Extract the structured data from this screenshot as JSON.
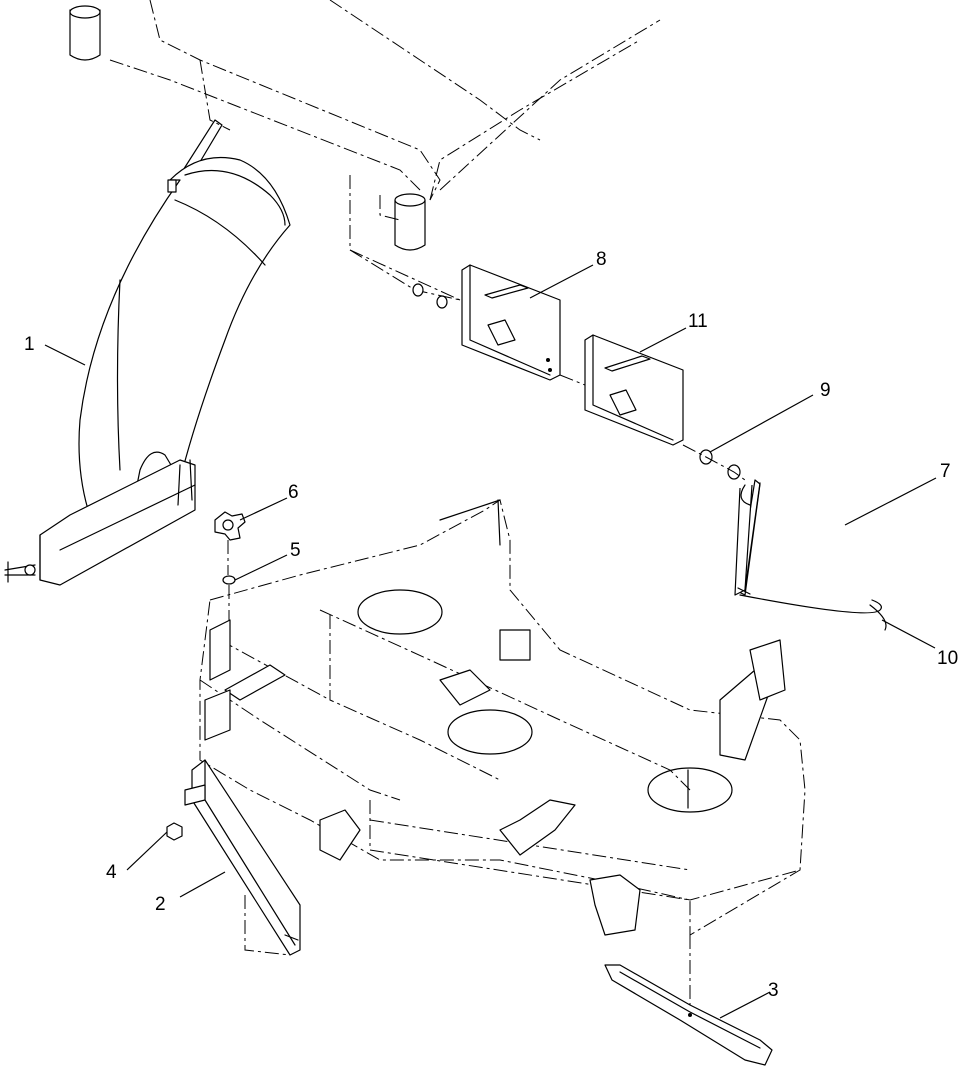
{
  "diagram": {
    "callouts": [
      {
        "id": "1",
        "label": "1"
      },
      {
        "id": "2",
        "label": "2"
      },
      {
        "id": "3",
        "label": "3"
      },
      {
        "id": "4",
        "label": "4"
      },
      {
        "id": "5",
        "label": "5"
      },
      {
        "id": "6",
        "label": "6"
      },
      {
        "id": "7",
        "label": "7"
      },
      {
        "id": "8",
        "label": "8"
      },
      {
        "id": "9",
        "label": "9"
      },
      {
        "id": "10",
        "label": "10"
      },
      {
        "id": "11",
        "label": "11"
      }
    ],
    "parts": [
      {
        "id": "1",
        "name": "discharge-chute"
      },
      {
        "id": "2",
        "name": "side-baffle"
      },
      {
        "id": "3",
        "name": "blade"
      },
      {
        "id": "4",
        "name": "nut"
      },
      {
        "id": "5",
        "name": "washer"
      },
      {
        "id": "6",
        "name": "knob"
      },
      {
        "id": "7",
        "name": "rod"
      },
      {
        "id": "8",
        "name": "plate"
      },
      {
        "id": "9",
        "name": "washer"
      },
      {
        "id": "10",
        "name": "hairpin-cotter"
      },
      {
        "id": "11",
        "name": "plate"
      }
    ]
  }
}
